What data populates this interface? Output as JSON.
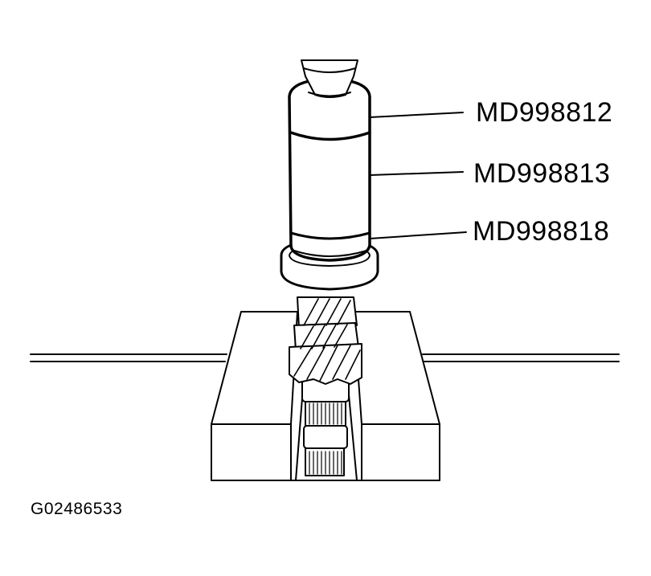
{
  "diagram": {
    "type": "technical-illustration",
    "subject": "Special tools pressing gear onto shaft held in vise/block",
    "line_color": "#000000",
    "background": "#ffffff",
    "callouts": [
      {
        "id": "c1",
        "label": "MD998812",
        "target": "upper tool cap"
      },
      {
        "id": "c2",
        "label": "MD998813",
        "target": "tool cylinder body"
      },
      {
        "id": "c3",
        "label": "MD998818",
        "target": "lower collar/ring"
      }
    ],
    "figure_id": "G02486533"
  }
}
